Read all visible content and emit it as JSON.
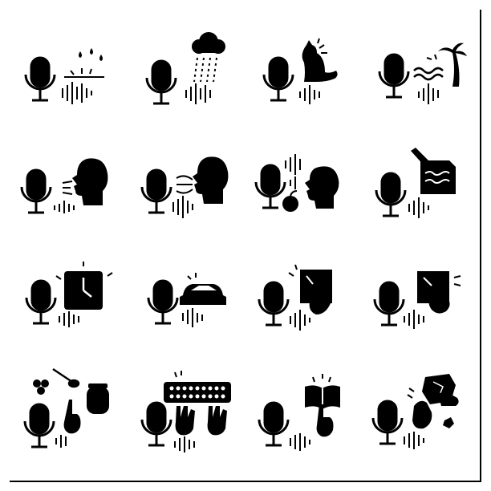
{
  "icons": [
    {
      "id": "rain-drops-sound-icon",
      "label": "rain drops sound"
    },
    {
      "id": "rain-cloud-sound-icon",
      "label": "rain cloud sound"
    },
    {
      "id": "cat-sound-icon",
      "label": "cat sound"
    },
    {
      "id": "sea-waves-sound-icon",
      "label": "sea waves sound"
    },
    {
      "id": "mouth-sound-icon",
      "label": "mouth sound"
    },
    {
      "id": "whisper-sound-icon",
      "label": "whisper sound"
    },
    {
      "id": "eating-sound-icon",
      "label": "eating sound"
    },
    {
      "id": "paper-writing-sound-icon",
      "label": "paper writing sound"
    },
    {
      "id": "clock-ticking-sound-icon",
      "label": "clock ticking sound"
    },
    {
      "id": "car-sound-icon",
      "label": "car sound"
    },
    {
      "id": "glass-tapping-sound-icon",
      "label": "glass tapping sound"
    },
    {
      "id": "glass-scratching-sound-icon",
      "label": "glass scratching sound"
    },
    {
      "id": "honey-sound-icon",
      "label": "honey sound"
    },
    {
      "id": "keyboard-typing-sound-icon",
      "label": "keyboard typing sound"
    },
    {
      "id": "page-turning-sound-icon",
      "label": "page turning sound"
    },
    {
      "id": "paper-crumpling-sound-icon",
      "label": "paper crumpling sound"
    }
  ],
  "colors": {
    "ink": "#000000",
    "background": "#ffffff"
  }
}
